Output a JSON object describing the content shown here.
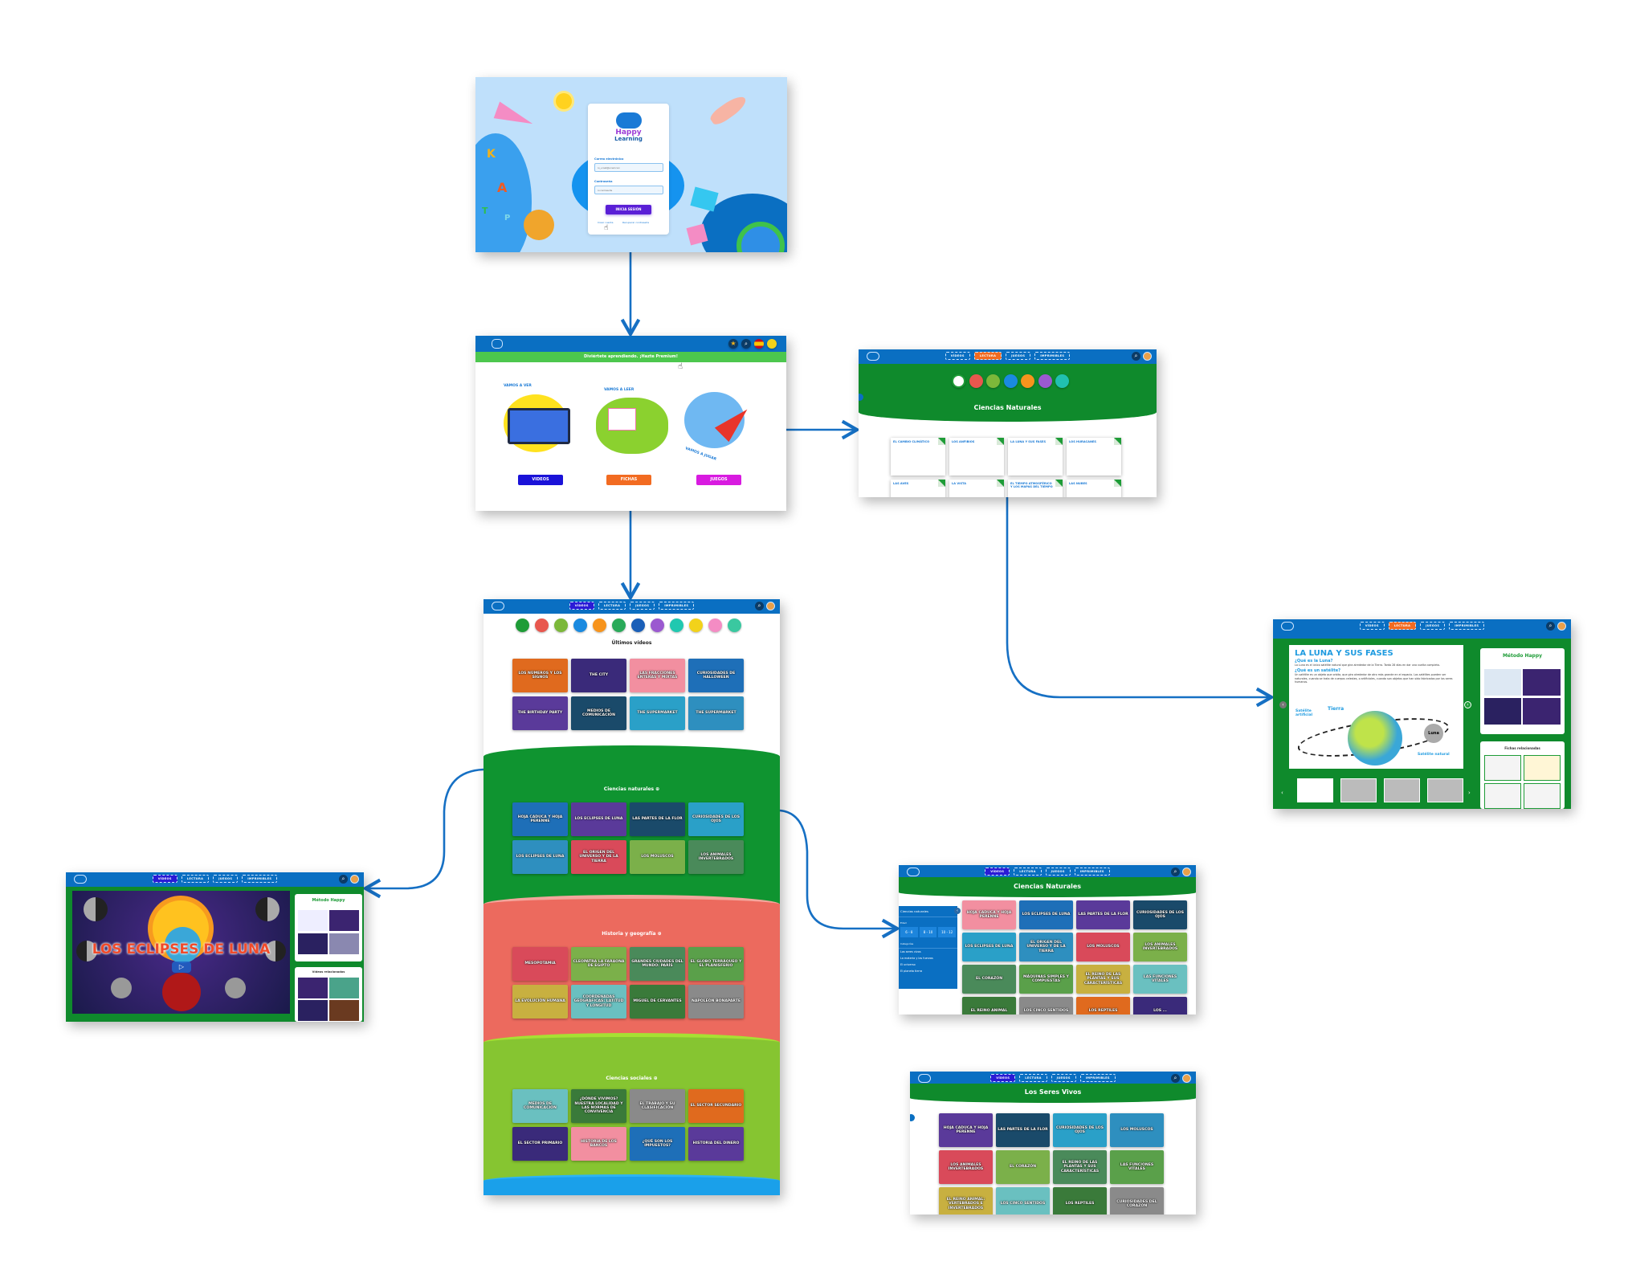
{
  "nav": {
    "tabs": [
      "VÍDEOS",
      "LECTURA",
      "JUEGOS",
      "IMPRIMIBLES"
    ]
  },
  "login": {
    "logo_line1": "Happy",
    "logo_line2": "Learning",
    "email_label": "Correo electrónico",
    "email_placeholder": "tu_email@email.com",
    "password_label": "Contraseña",
    "password_placeholder": "tu contraseña",
    "submit": "INICIA SESIÓN",
    "create_account": "Crear cuenta",
    "recover_password": "Recuperar contraseña",
    "letters": [
      "K",
      "A",
      "T",
      "P"
    ]
  },
  "home": {
    "banner": "Diviértete aprendiendo. ¡Hazte Premium!",
    "cards": [
      {
        "tagline": "VAMOS A VER",
        "button": "VIDEOS",
        "color": "#1a12d8"
      },
      {
        "tagline": "VAMOS A LEER",
        "button": "FICHAS",
        "color": "#f26b21"
      },
      {
        "tagline": "VAMOS A JUGAR",
        "button": "JUEGOS",
        "color": "#d81be0"
      }
    ]
  },
  "reading": {
    "title": "Ciencias Naturales",
    "fichas": [
      "El cambio climático",
      "Los anfibios",
      "La luna y sus fases",
      "Los huracanes",
      "Las aves",
      "La vista",
      "El tiempo atmosférico y los mapas del tiempo",
      "Las nubes"
    ]
  },
  "luna": {
    "title": "LA LUNA Y SUS FASES",
    "q1": "¿Qué es la Luna?",
    "a1": "La Luna es el único satélite natural que gira alrededor de la Tierra. Tarda 28 días en dar una vuelta completa.",
    "q2": "¿Qué es un satélite?",
    "a2": "Un satélite es un objeto que orbita, que gira alrededor de otro más grande en el espacio. Los satélites pueden ser naturales, cuando se trata de cuerpos celestes, o artificiales, cuando son objetos que han sido fabricados por los seres humanos.",
    "label_earth": "Tierra",
    "label_artificial": "Satélite artificial",
    "label_moon": "Luna",
    "label_natural": "Satélite natural",
    "side_title": "Método Happy",
    "related_title": "Fichas relacionadas"
  },
  "videos": {
    "latest_title": "Últimos vídeos",
    "latest": [
      "Los números y los signos",
      "The City",
      "Las fracciones enteras y mixtas",
      "Curiosidades de Halloween",
      "The Birthday Party",
      "Medios de comunicación",
      "The Supermarket",
      "The Supermarket"
    ],
    "sections": [
      {
        "title": "Ciencias naturales ⊕",
        "items": [
          "Hoja caduca y hoja perenne",
          "Los eclipses de luna",
          "Las partes de la flor",
          "Curiosidades de los ojos",
          "Los eclipses de luna",
          "El origen del universo y de la tierra",
          "Los moluscos",
          "Los animales invertebrados"
        ]
      },
      {
        "title": "Historia y geografía ⊕",
        "items": [
          "Mesopotamia",
          "Cleopatra la faraona de Egipto",
          "Grandes ciudades del mundo: París",
          "El globo terráqueo y el planisferio",
          "La evolución humana",
          "Coordenadas geográficas: latitud y longitud",
          "Miguel de Cervantes",
          "Napoleón Bonaparte"
        ]
      },
      {
        "title": "Ciencias sociales ⊕",
        "items": [
          "Medios de comunicación",
          "¿Dónde vivimos? Nuestra localidad y las normas de convivencia",
          "El trabajo y su clasificación",
          "El sector secundario",
          "El sector primario",
          "Historia de los bancos",
          "¿Qué son los impuestos?",
          "Historia del dinero"
        ]
      }
    ]
  },
  "player": {
    "video_title": "LOS ECLIPSES DE LUNA",
    "side_title": "Método Happy",
    "related_title": "Vídeos relacionados"
  },
  "filter": {
    "title": "Ciencias Naturales",
    "panel_title": "Ciencias naturales",
    "age_label": "Edad",
    "ages": [
      "6 - 8",
      "8 - 10",
      "10 - 12"
    ],
    "categories_label": "Categorías",
    "categories": [
      "Los seres vivos",
      "La materia y las fuerzas",
      "El universo",
      "El planeta tierra"
    ],
    "items": [
      "Hoja caduca y hoja perenne",
      "Los eclipses de luna",
      "Las partes de la flor",
      "Curiosidades de los ojos",
      "Los eclipses de luna",
      "El origen del universo y de la tierra",
      "Los moluscos",
      "Los animales invertebrados",
      "El corazón",
      "Máquinas simples y compuestas",
      "El reino de las plantas y sus características",
      "Las funciones vitales",
      "El reino animal",
      "Los cinco sentidos",
      "Los reptiles",
      "Los ..."
    ]
  },
  "seres": {
    "title": "Los Seres Vivos",
    "items": [
      "Hoja caduca y hoja perenne",
      "Las partes de la flor",
      "Curiosidades de los ojos",
      "Los moluscos",
      "Los animales invertebrados",
      "El corazón",
      "El reino de las plantas y sus características",
      "Las funciones vitales",
      "El reino animal: vertebrados e invertebrados",
      "Los cinco sentidos",
      "Los reptiles",
      "Curiosidades del corazón"
    ]
  },
  "colors": {
    "nav": "#0a6fc2",
    "green": "#0f9430",
    "coral": "#ec6a5e",
    "lime": "#86c531",
    "flow_arrow": "#1670c4"
  }
}
